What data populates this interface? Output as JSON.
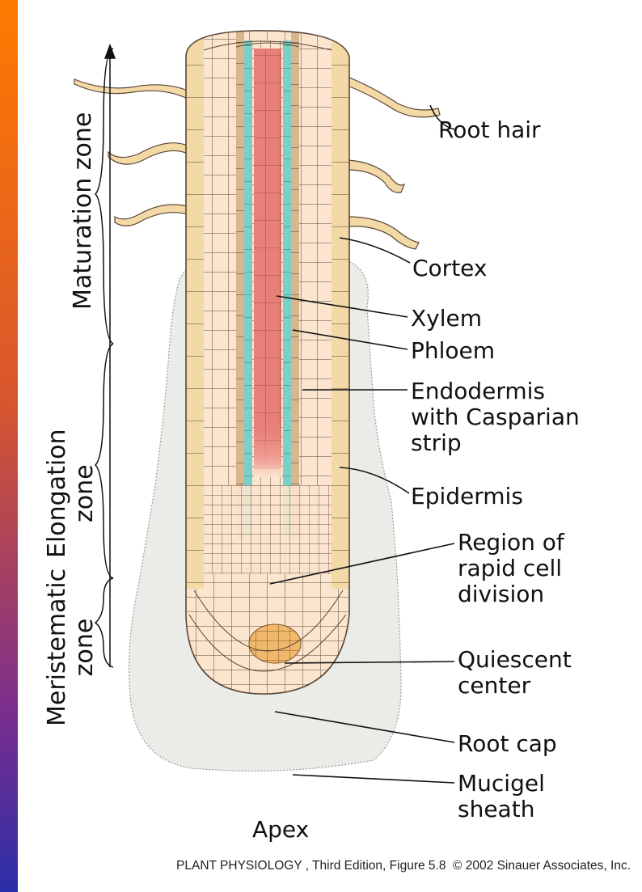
{
  "labels": {
    "root_hair": "Root hair",
    "cortex": "Cortex",
    "xylem": "Xylem",
    "phloem": "Phloem",
    "endodermis": "Endodermis\nwith Casparian\nstrip",
    "epidermis": "Epidermis",
    "rapid_division": "Region of\nrapid cell\ndivision",
    "quiescent": "Quiescent\ncenter",
    "root_cap": "Root cap",
    "mucigel": "Mucigel\nsheath",
    "apex": "Apex"
  },
  "zones": {
    "maturation": "Maturation zone",
    "elongation": "Elongation\nzone",
    "meristematic": "Meristematic\nzone"
  },
  "credit": "PLANT PHYSIOLOGY , Third Edition, Figure 5.8  © 2002 Sinauer Associates, Inc.",
  "colors": {
    "epidermis": "#f3d9a6",
    "cortex": "#fbe5cf",
    "pericycle": "#d8b68e",
    "endodermis": "#7ccfc8",
    "xylem": "#e8807a",
    "mucigel": "#ebebe8",
    "quiescent": "#f0b86a",
    "outline": "#5a4636"
  }
}
